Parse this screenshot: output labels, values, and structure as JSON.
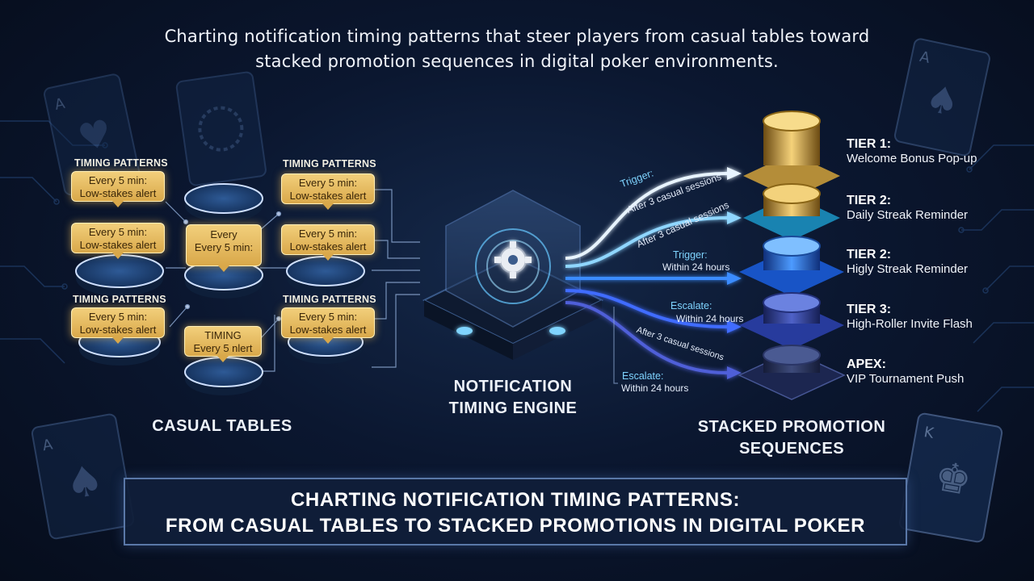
{
  "top_caption": {
    "line1": "Charting notification timing patterns that steer players from casual tables toward",
    "line2": "stacked promotion sequences in digital poker environments."
  },
  "casual_tables": {
    "section_label": "CASUAL TABLES",
    "pattern_labels": {
      "top_left": "TIMING PATTERNS",
      "top_right": "TIMING PATTERNS",
      "mid_left": "TIMING PATTERNS",
      "mid_right": "TIMING PATTERNS"
    },
    "notes": [
      {
        "line1": "Every 5 min:",
        "line2": "Low-stakes alert"
      },
      {
        "line1": "Every 5 min:",
        "line2": "Low-stakes alert"
      },
      {
        "line1": "Every 5 min:",
        "line2": "Low-stakes alert"
      },
      {
        "line1": "Every",
        "line2": "Every 5 min:"
      },
      {
        "line1": "Every 5 min:",
        "line2": "Low-stakes alert"
      },
      {
        "line1": "Every 5 min:",
        "line2": "Low-stakes alert"
      },
      {
        "line1": "Every 5 min:",
        "line2": "Low-stakes alert"
      },
      {
        "line1": "TIMING",
        "line2": "Every 5 nlert"
      }
    ]
  },
  "engine": {
    "label_line1": "NOTIFICATION",
    "label_line2": "TIMING ENGINE"
  },
  "flows": [
    {
      "line1": "Trigger:",
      "line2": "After 3 casual sessions"
    },
    {
      "line1": "After 3 casual sessions",
      "line2": ""
    },
    {
      "line1": "Trigger:",
      "line2": "Within 24 hours"
    },
    {
      "line1": "Escalate:",
      "line2": "Within 24 hours"
    },
    {
      "line1": "After 3 casual sessions",
      "line2": ""
    },
    {
      "line1": "Escalate:",
      "line2": "Within 24 hours"
    }
  ],
  "promotions": {
    "section_label_line1": "STACKED PROMOTION",
    "section_label_line2": "SEQUENCES",
    "tiers": [
      {
        "title": "TIER 1:",
        "subtitle": "Welcome Bonus Pop-up"
      },
      {
        "title": "TIER 2:",
        "subtitle": "Daily Streak Reminder"
      },
      {
        "title": "TIER 2:",
        "subtitle": "Higly Streak Reminder"
      },
      {
        "title": "TIER 3:",
        "subtitle": "High-Roller Invite Flash"
      },
      {
        "title": "APEX:",
        "subtitle": "VIP Tournament Push"
      }
    ]
  },
  "banner": {
    "line1": "CHARTING NOTIFICATION TIMING PATTERNS:",
    "line2": "FROM CASUAL TABLES TO STACKED PROMOTIONS IN DIGITAL POKER"
  },
  "icons": [
    "heart-card-icon",
    "spade-card-icon",
    "king-card-icon",
    "gear-icon",
    "poker-chip-icon"
  ],
  "colors": {
    "background": "#0b1730",
    "accent_gold": "#e2b55a",
    "accent_blue": "#3aa6ff",
    "table_felt": "#2a4f86"
  }
}
